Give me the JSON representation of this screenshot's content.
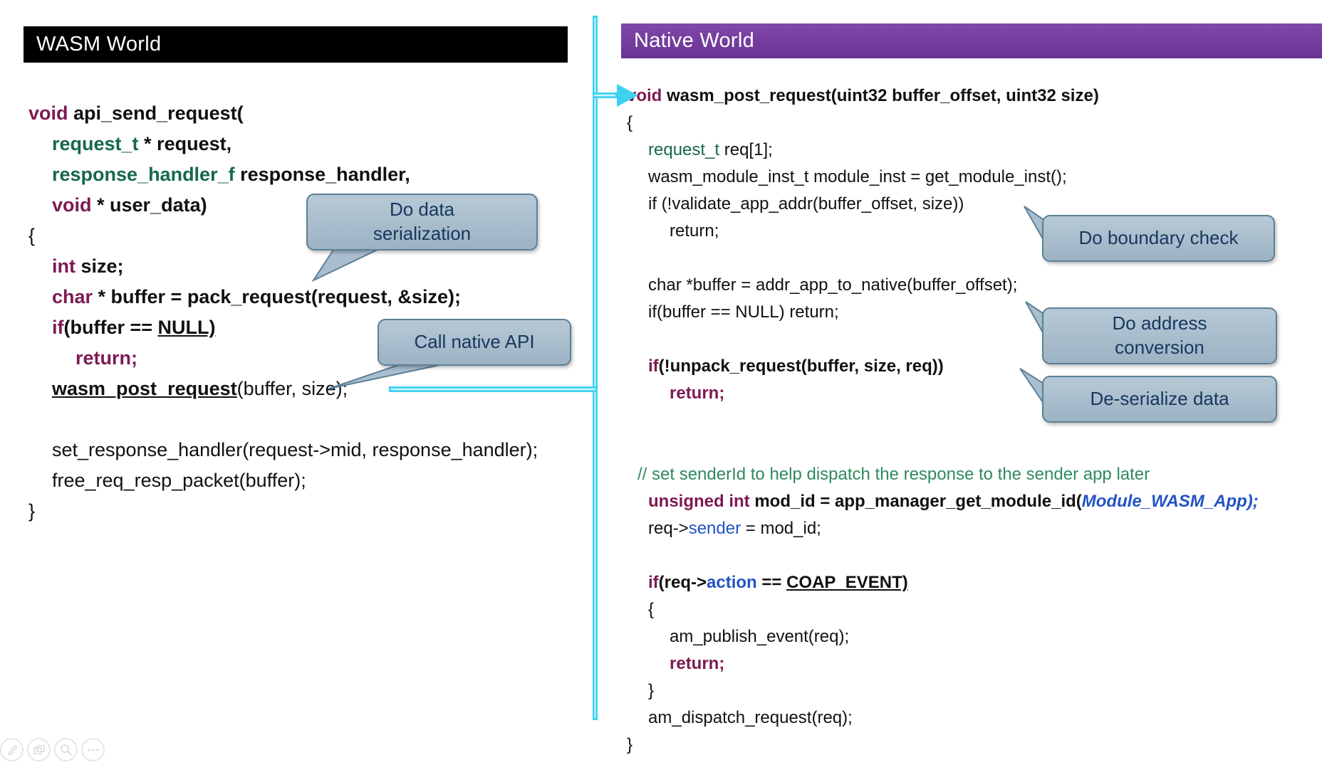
{
  "panels": {
    "wasm": {
      "title": "WASM World"
    },
    "native": {
      "title": "Native World"
    }
  },
  "colors": {
    "keyword": "#7d1a52",
    "type_green": "#16694a",
    "comment_green": "#2f8a5c",
    "identifier_blue": "#2353c4",
    "wasm_header_bg": "#000000",
    "wasm_header_fg": "#ffffff",
    "native_header_bg": "#703b98",
    "native_header_fg": "#ffffff",
    "callout_fill": "#a9bfcf",
    "callout_border": "#5b8097",
    "callout_text": "#17375e",
    "arrow_cyan": "#3ed1f1"
  },
  "callouts": [
    {
      "text": "Do data\nserialization"
    },
    {
      "text": "Call native API"
    },
    {
      "text": "Do boundary check"
    },
    {
      "text": "Do address\nconversion"
    },
    {
      "text": "De-serialize data"
    }
  ],
  "code": {
    "wasm": {
      "lines": [
        {
          "indent": 0,
          "segments": [
            [
              "k",
              "void"
            ],
            [
              "b",
              " api_send_request("
            ]
          ]
        },
        {
          "indent": 1,
          "segments": [
            [
              "gb",
              "request_t"
            ],
            [
              "b",
              " * request,"
            ]
          ]
        },
        {
          "indent": 1,
          "segments": [
            [
              "gb",
              "response_handler_f"
            ],
            [
              "b",
              " response_handler,"
            ]
          ]
        },
        {
          "indent": 1,
          "segments": [
            [
              "k",
              "void"
            ],
            [
              "b",
              " * user_data)"
            ]
          ]
        },
        {
          "indent": 0,
          "segments": [
            [
              "n",
              "{"
            ]
          ]
        },
        {
          "indent": 1,
          "segments": [
            [
              "k",
              "int"
            ],
            [
              "b",
              " size;"
            ]
          ]
        },
        {
          "indent": 1,
          "segments": [
            [
              "k",
              "char"
            ],
            [
              "b",
              " * buffer = pack_request(request, &size);"
            ]
          ]
        },
        {
          "indent": 1,
          "segments": [
            [
              "k",
              "if"
            ],
            [
              "b",
              "(buffer == "
            ],
            [
              "bu",
              "NULL)"
            ]
          ]
        },
        {
          "indent": 2,
          "segments": [
            [
              "k",
              "return;"
            ]
          ]
        },
        {
          "indent": 1,
          "segments": [
            [
              "bu",
              "wasm_post_request"
            ],
            [
              "n",
              "(buffer, size);"
            ]
          ]
        },
        {
          "indent": 0,
          "segments": []
        },
        {
          "indent": 1,
          "segments": [
            [
              "n",
              "set_response_handler(request->mid, response_handler);"
            ]
          ]
        },
        {
          "indent": 1,
          "segments": [
            [
              "n",
              "free_req_resp_packet(buffer);"
            ]
          ]
        },
        {
          "indent": 0,
          "segments": [
            [
              "n",
              "}"
            ]
          ]
        }
      ]
    },
    "native": {
      "lines": [
        {
          "indent": 0,
          "segments": [
            [
              "k",
              "void"
            ],
            [
              "b",
              " wasm_post_request(uint32 buffer_offset, uint32 size)"
            ]
          ]
        },
        {
          "indent": 0,
          "segments": [
            [
              "n",
              "{"
            ]
          ]
        },
        {
          "indent": 1,
          "segments": [
            [
              "g",
              "request_t"
            ],
            [
              "n",
              " req[1];"
            ]
          ]
        },
        {
          "indent": 1,
          "segments": [
            [
              "n",
              "wasm_module_inst_t module_inst = get_module_inst();"
            ]
          ]
        },
        {
          "indent": 1,
          "segments": [
            [
              "n",
              "if (!validate_app_addr(buffer_offset, size))"
            ]
          ]
        },
        {
          "indent": 2,
          "segments": [
            [
              "n",
              "return;"
            ]
          ]
        },
        {
          "indent": 0,
          "segments": []
        },
        {
          "indent": 1,
          "segments": [
            [
              "n",
              "char *buffer = addr_app_to_native(buffer_offset);"
            ]
          ]
        },
        {
          "indent": 1,
          "segments": [
            [
              "n",
              "if(buffer == NULL) return;"
            ]
          ]
        },
        {
          "indent": 0,
          "segments": []
        },
        {
          "indent": 1,
          "segments": [
            [
              "k",
              "if"
            ],
            [
              "b",
              "(!unpack_request(buffer, size, req))"
            ]
          ]
        },
        {
          "indent": 2,
          "segments": [
            [
              "k",
              "return;"
            ]
          ]
        },
        {
          "indent": 0,
          "segments": []
        },
        {
          "indent": 0,
          "segments": []
        },
        {
          "indent": 0.5,
          "segments": [
            [
              "c",
              "// set senderId to help dispatch the response to the sender app later"
            ]
          ]
        },
        {
          "indent": 1,
          "segments": [
            [
              "k",
              "unsigned int"
            ],
            [
              "b",
              " mod_id = app_manager_get_module_id("
            ],
            [
              "bbi",
              "Module_WASM_App);"
            ]
          ]
        },
        {
          "indent": 1,
          "segments": [
            [
              "n",
              "req->"
            ],
            [
              "bl",
              "sender"
            ],
            [
              "n",
              " = mod_id;"
            ]
          ]
        },
        {
          "indent": 0,
          "segments": []
        },
        {
          "indent": 1,
          "segments": [
            [
              "k",
              "if"
            ],
            [
              "b",
              "(req->"
            ],
            [
              "blb",
              "action"
            ],
            [
              "b",
              " == "
            ],
            [
              "bu",
              "COAP_EVENT)"
            ]
          ]
        },
        {
          "indent": 1,
          "segments": [
            [
              "n",
              "{"
            ]
          ]
        },
        {
          "indent": 2,
          "segments": [
            [
              "n",
              "am_publish_event(req);"
            ]
          ]
        },
        {
          "indent": 2,
          "segments": [
            [
              "k",
              "return;"
            ]
          ]
        },
        {
          "indent": 1,
          "segments": [
            [
              "n",
              "}"
            ]
          ]
        },
        {
          "indent": 1,
          "segments": [
            [
              "n",
              "am_dispatch_request(req);"
            ]
          ]
        },
        {
          "indent": 0,
          "segments": [
            [
              "n",
              "}"
            ]
          ]
        }
      ]
    }
  },
  "toolbar": {
    "controls": [
      "pen-icon",
      "slide-navigator-icon",
      "zoom-icon",
      "more-options-icon"
    ]
  }
}
